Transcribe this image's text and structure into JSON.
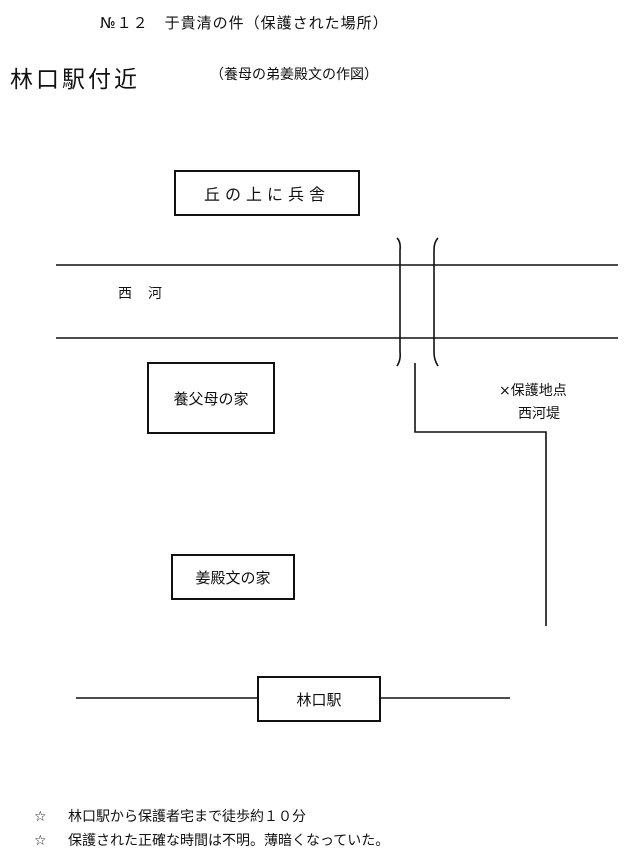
{
  "header": {
    "doc_title": "№１２　于貴清の件（保護された場所）",
    "map_title": "林口駅付近",
    "map_subtitle": "（養母の弟姜殿文の作図）"
  },
  "map": {
    "barracks_label": "丘の上に兵舎",
    "river_label": "西河",
    "relatives_house_label": "養父母の家",
    "jiang_house_label": "姜殿文の家",
    "station_label": "林口駅",
    "site_label_line1": "×保護地点",
    "site_label_line2": "西河堤"
  },
  "notes": [
    {
      "star": "☆",
      "text": "林口駅から保護者宅まで徒歩約１０分"
    },
    {
      "star": "☆",
      "text": "保護された正確な時間は不明。薄暗くなっていた。"
    }
  ]
}
